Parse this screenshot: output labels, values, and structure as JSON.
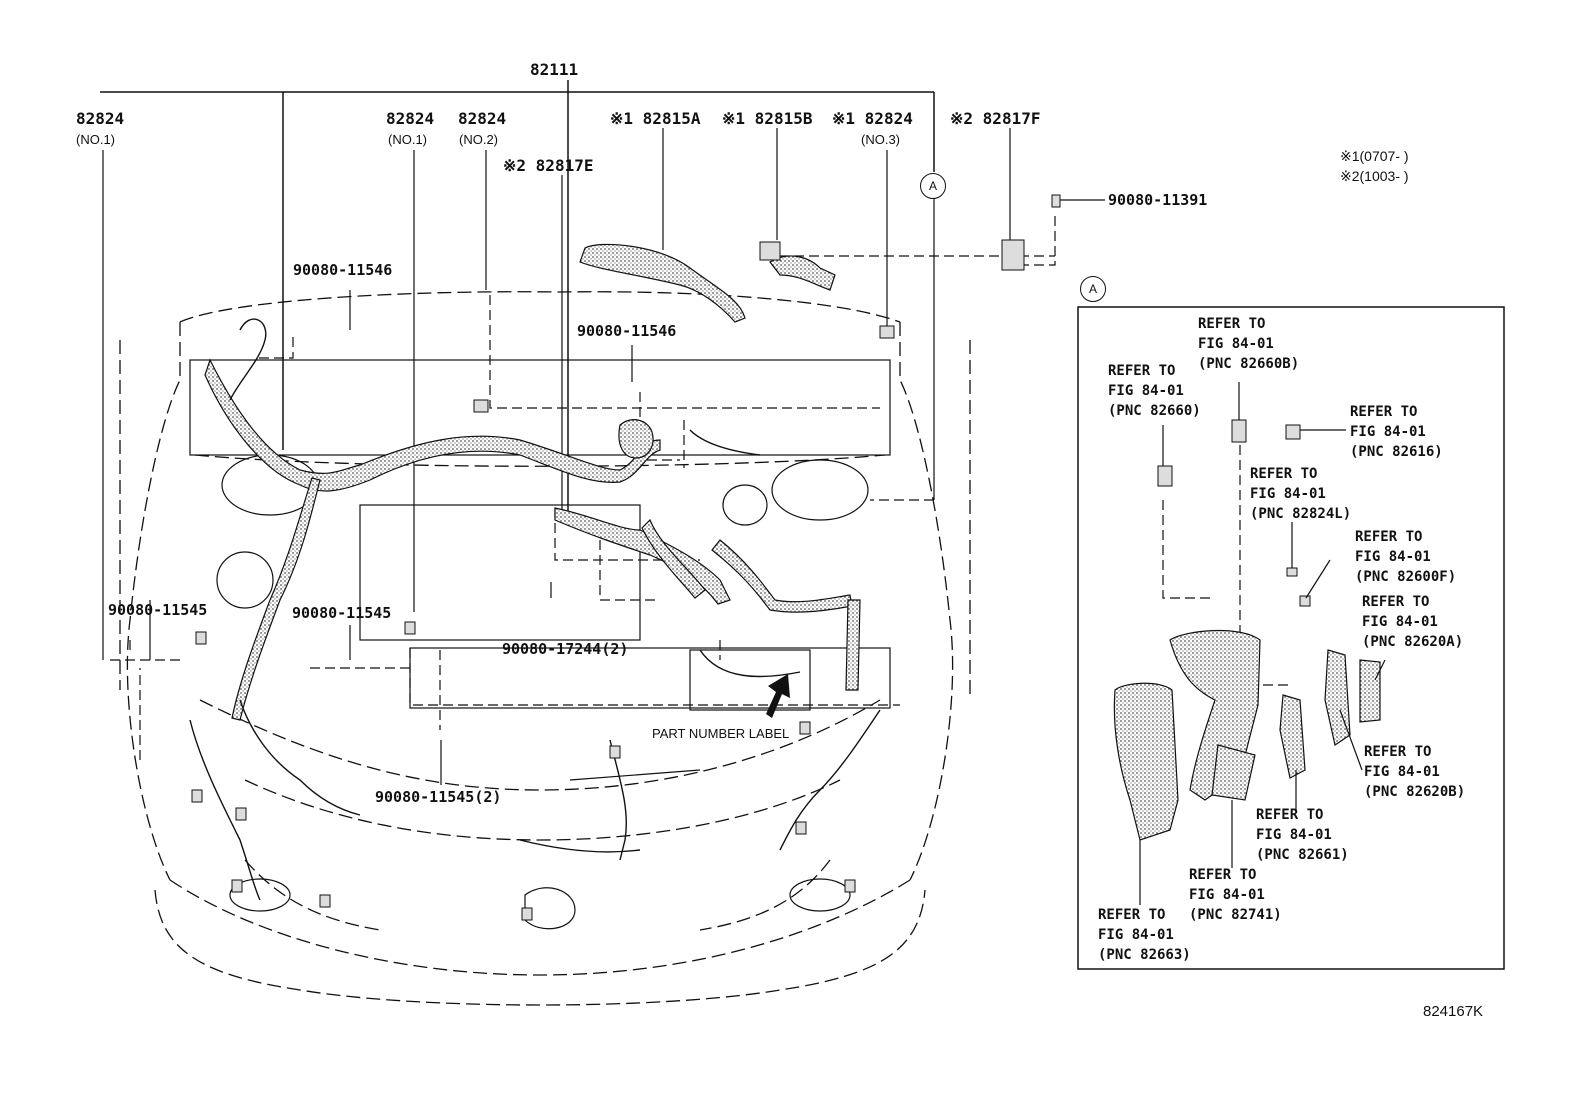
{
  "main_part": "82111",
  "callouts": {
    "c82824_no1_left": {
      "num": "82824",
      "sub": "(NO.1)"
    },
    "c82824_no1_mid": {
      "num": "82824",
      "sub": "(NO.1)"
    },
    "c82824_no2": {
      "num": "82824",
      "sub": "(NO.2)"
    },
    "c82815a": "※1 82815A",
    "c82815b": "※1 82815B",
    "c82824_no3": {
      "num": "※1 82824",
      "sub": "(NO.3)"
    },
    "c82817f": "※2 82817F",
    "c82817e": "※2 82817E"
  },
  "legend": {
    "note1": "※1(0707-      )",
    "note2": "※2(1003-      )"
  },
  "bolts": {
    "b1": "90080-11391",
    "b2": "90080-11546",
    "b3": "90080-11546",
    "b4": "90080-11545",
    "b5": "90080-11545",
    "b6": "90080-17244(2)",
    "b7": "90080-11545(2)"
  },
  "part_number_label": "PART NUMBER LABEL",
  "circle_marker": "A",
  "refs": {
    "r82660b": "REFER TO\nFIG 84-01\n(PNC 82660B)",
    "r82660": "REFER TO\nFIG 84-01\n(PNC 82660)",
    "r82616": "REFER TO\nFIG 84-01\n(PNC 82616)",
    "r82824l": "REFER TO\nFIG 84-01\n(PNC 82824L)",
    "r82600f": "REFER TO\nFIG 84-01\n(PNC 82600F)",
    "r82620a": "REFER TO\nFIG 84-01\n(PNC 82620A)",
    "r82620b": "REFER TO\nFIG 84-01\n(PNC 82620B)",
    "r82661": "REFER TO\nFIG 84-01\n(PNC 82661)",
    "r82741": "REFER TO\nFIG 84-01\n(PNC 82741)",
    "r82663": "REFER TO\nFIG 84-01\n(PNC 82663)"
  },
  "figure_id": "824167K"
}
